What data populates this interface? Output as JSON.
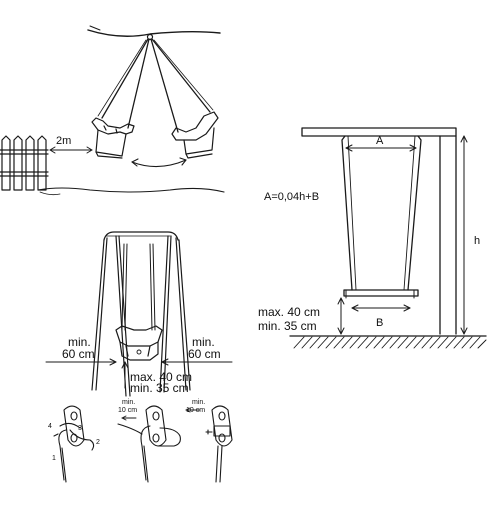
{
  "panel_top": {
    "distance_label": "2m"
  },
  "panel_right": {
    "dim_a": "A",
    "formula": "A=0,04h+B",
    "dim_h": "h",
    "height_max": "max. 40 cm",
    "height_min": "min. 35 cm",
    "dim_b": "B"
  },
  "panel_middle": {
    "left_clearance_1": "min.",
    "left_clearance_2": "60 cm",
    "right_clearance_1": "min.",
    "right_clearance_2": "60 cm",
    "seat_height_max": "max. 40 cm",
    "seat_height_min": "min. 35 cm"
  },
  "panel_bottom": {
    "step1_num_4": "4",
    "step1_num_3": "3",
    "step1_num_2": "2",
    "step1_num_1": "1",
    "step2_min": "min.",
    "step2_dist": "10 cm",
    "step3_min": "min.",
    "step3_dist": "10 cm"
  },
  "colors": {
    "line": "#1a1a1a",
    "background": "#ffffff"
  }
}
